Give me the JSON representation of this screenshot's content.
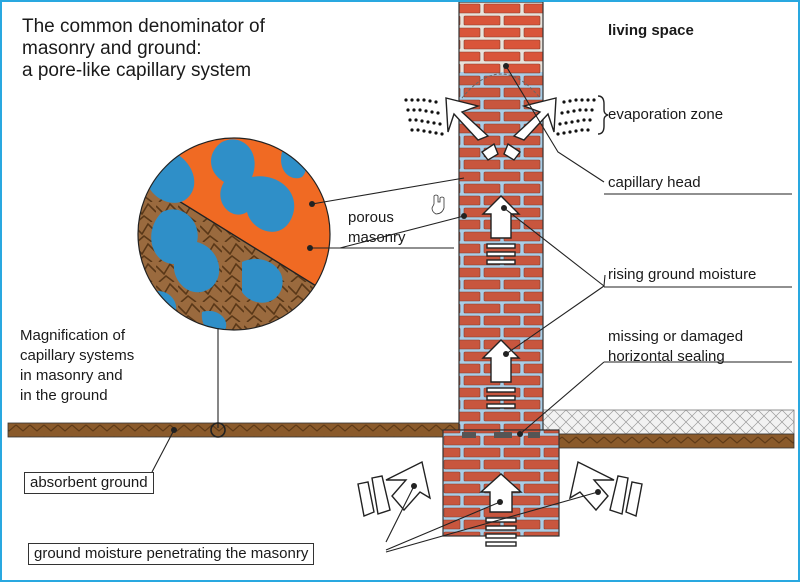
{
  "title": "The common denominator of\nmasonry and ground:\na pore-like capillary system",
  "labels": {
    "living_space": "living space",
    "evaporation_zone": "evaporation zone",
    "capillary_head": "capillary head",
    "porous_masonry": "porous\nmasonry",
    "rising_ground_moisture": "rising ground moisture",
    "missing_sealing": "missing or damaged\nhorizontal sealing",
    "magnification": "Magnification of\ncapillary systems\nin masonry and\nin the ground",
    "absorbent_ground": "absorbent ground",
    "ground_moisture_penetrating": "ground moisture penetrating the masonry"
  },
  "colors": {
    "frame": "#29a8e0",
    "brick": "#c8563e",
    "mortar": "#a9cde6",
    "moisture": "#2f8fc8",
    "ground": "#8a5a2b",
    "circle_orange": "#f06a23"
  }
}
